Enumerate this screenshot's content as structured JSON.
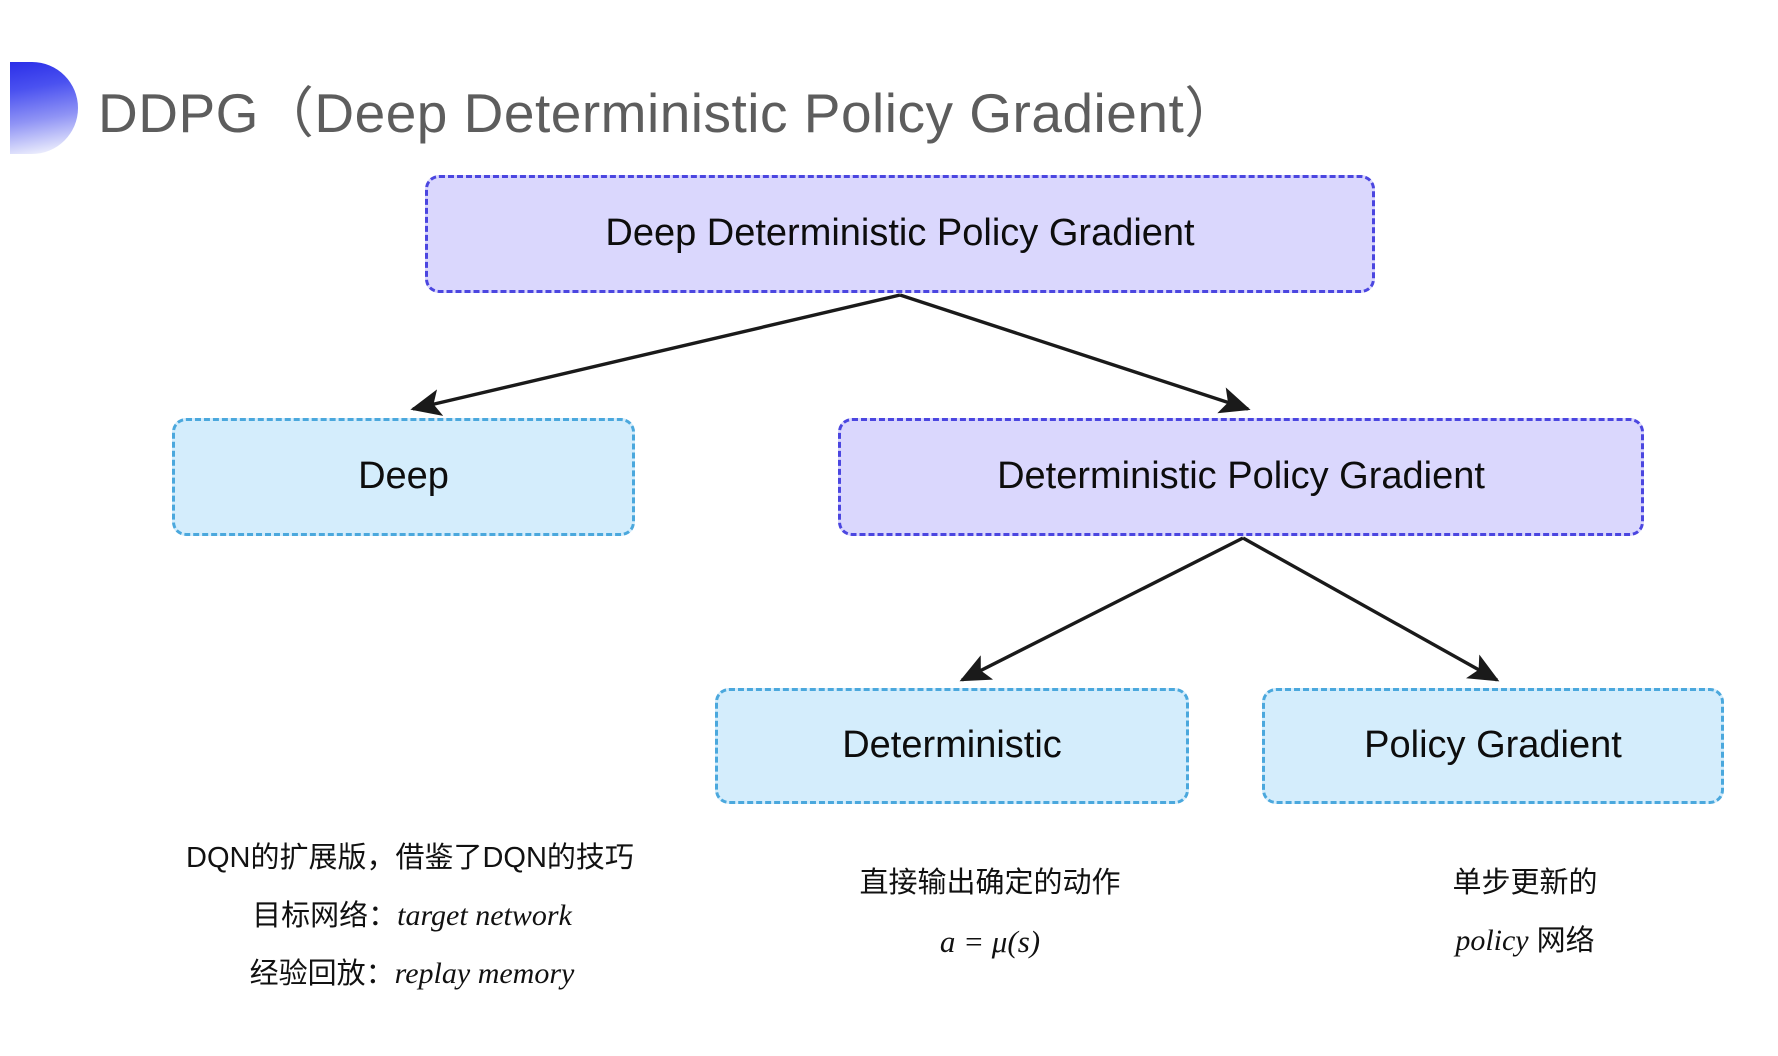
{
  "slide": {
    "title": "DDPG（Deep Deterministic Policy Gradient）",
    "bullet_icon": "half-disc-icon",
    "background_color": "#ffffff",
    "title_color": "#5d5d5d"
  },
  "palette": {
    "purple_fill": "#dad7fd",
    "purple_border": "#4b46e0",
    "blue_fill": "#d4edfc",
    "blue_border": "#4ba8dd",
    "arrow_color": "#1a1a1a"
  },
  "diagram": {
    "type": "tree",
    "nodes": [
      {
        "id": "root",
        "label": "Deep Deterministic Policy Gradient",
        "style": "purple"
      },
      {
        "id": "deep",
        "label": "Deep",
        "style": "blue"
      },
      {
        "id": "dpg",
        "label": "Deterministic Policy Gradient",
        "style": "purple"
      },
      {
        "id": "deterministic",
        "label": "Deterministic",
        "style": "blue"
      },
      {
        "id": "policy_gradient",
        "label": "Policy Gradient",
        "style": "blue"
      }
    ],
    "edges": [
      {
        "from": "root",
        "to": "deep"
      },
      {
        "from": "root",
        "to": "dpg"
      },
      {
        "from": "dpg",
        "to": "deterministic"
      },
      {
        "from": "dpg",
        "to": "policy_gradient"
      }
    ]
  },
  "notes": {
    "deep": {
      "line1": "DQN的扩展版，借鉴了DQN的技巧",
      "line2_label": "目标网络：",
      "line2_term": "target network",
      "line3_label": "经验回放：",
      "line3_term": "replay memory"
    },
    "deterministic": {
      "line1": "直接输出确定的动作",
      "line2": "a = μ(s)"
    },
    "policy_gradient": {
      "line1": "单步更新的",
      "line2_term": "policy",
      "line2_suffix": " 网络"
    }
  }
}
